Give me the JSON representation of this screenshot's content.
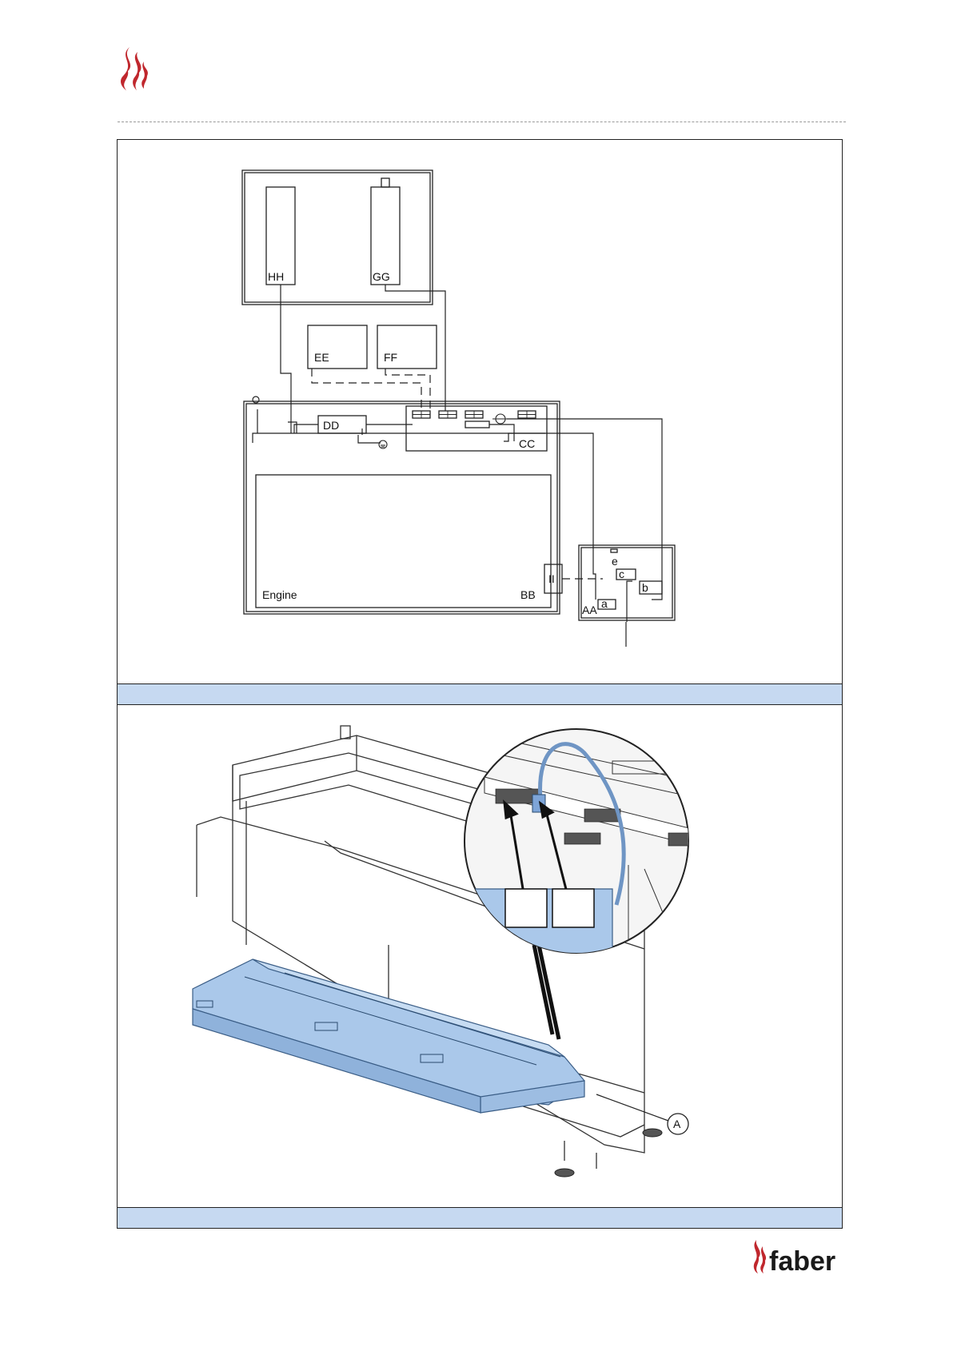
{
  "brand": {
    "name": "faber",
    "logo_color": "#c0272d"
  },
  "wiring_diagram": {
    "labels": {
      "hh": "HH",
      "gg": "GG",
      "ee": "EE",
      "ff": "FF",
      "dd": "DD",
      "cc": "CC",
      "engine": "Engine",
      "bb": "BB",
      "ii": "II",
      "aa": "AA",
      "a": "a",
      "b": "b",
      "c": "c",
      "e": "e"
    }
  },
  "illustration": {
    "callout_a": "A",
    "highlight_color": "#aac8ea"
  },
  "colors": {
    "caption_band": "#c6d9f1",
    "frame": "#222222"
  }
}
